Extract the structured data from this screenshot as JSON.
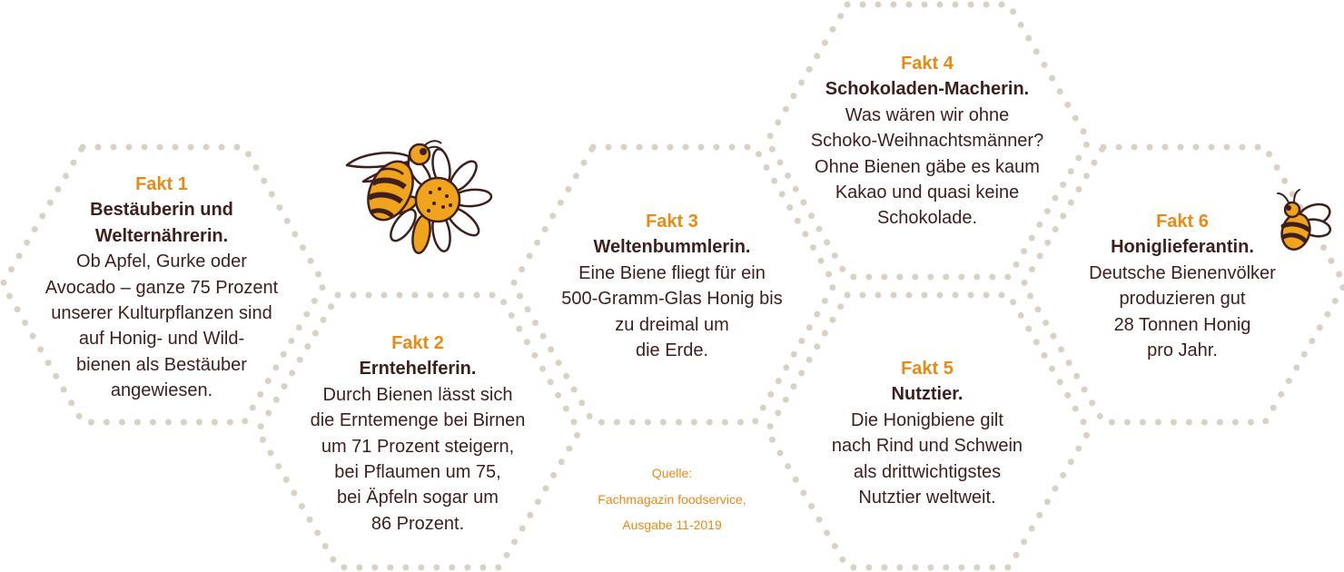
{
  "facts": [
    {
      "number": "Fakt 1",
      "title": "Bestäuberin und\nWelternährerin.",
      "body": "Ob Apfel, Gurke oder\nAvocado – ganze 75 Prozent\nunserer Kulturpflanzen sind\nauf Honig- und Wild-\nbienen als Bestäuber\nangewiesen."
    },
    {
      "number": "Fakt 2",
      "title": "Erntehelferin.",
      "body": "Durch Bienen lässt sich\ndie Erntemenge bei Birnen\num 71 Prozent steigern,\nbei Pflaumen um 75,\nbei Äpfeln sogar um\n86 Prozent."
    },
    {
      "number": "Fakt 3",
      "title": "Weltenbummlerin.",
      "body": "Eine Biene fliegt für ein\n500-Gramm-Glas Honig bis\nzu dreimal um\ndie Erde."
    },
    {
      "number": "Fakt 4",
      "title": "Schokoladen-Macherin.",
      "body": "Was wären wir ohne\nSchoko-Weihnachtsmänner?\nOhne Bienen gäbe es kaum\nKakao und quasi keine\nSchokolade."
    },
    {
      "number": "Fakt 5",
      "title": "Nutztier.",
      "body": "Die Honigbiene gilt\nnach Rind und Schwein\nals drittwichtigstes\nNutztier weltweit."
    },
    {
      "number": "Fakt 6",
      "title": "Honiglieferantin.",
      "body": "Deutsche Bienenvölker\nproduzieren gut\n28 Tonnen Honig\npro Jahr."
    }
  ],
  "source": "Quelle:\nFachmagazin foodservice,\nAusgabe 11-2019",
  "illustrations": {
    "flower": "bee-on-flower-icon",
    "bee": "bee-icon"
  },
  "colors": {
    "accent": "#e88a14",
    "text": "#3e1f1c",
    "dots": "#d9d1c4"
  }
}
